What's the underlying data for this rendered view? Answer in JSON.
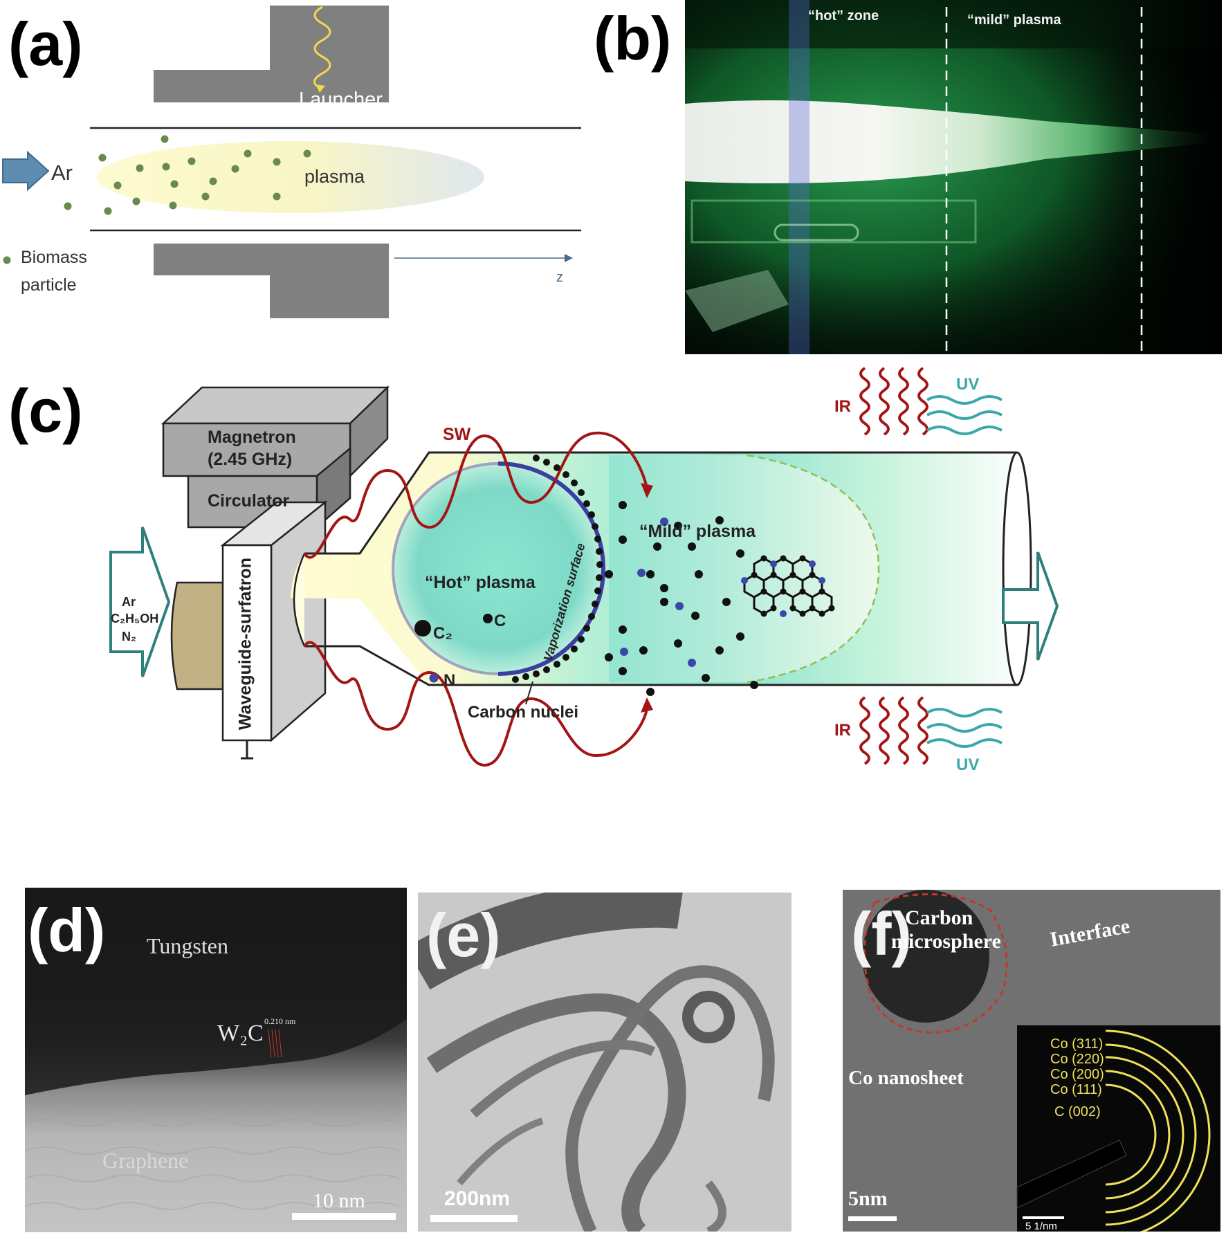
{
  "panel_a": {
    "label": "(a)",
    "launcher": "Launcher",
    "gas": "Ar",
    "plasma": "plasma",
    "legend_line1": "Biomass",
    "legend_line2": "particle",
    "axis": "z"
  },
  "panel_b": {
    "label": "(b)",
    "hot_zone": "“hot” zone",
    "mild_plasma": "“mild” plasma"
  },
  "panel_c": {
    "label": "(c)",
    "magnetron_line1": "Magnetron",
    "magnetron_line2": "(2.45 GHz)",
    "circulator": "Circulator",
    "waveguide": "Waveguide-surfatron",
    "feed_ar": "Ar",
    "feed_ethanol": "C₂H₅OH",
    "feed_n2": "N₂",
    "sw": "SW",
    "hot_plasma": "“Hot” plasma",
    "mild_plasma": "“Mild” plasma",
    "species_c2": "C₂",
    "species_c": "C",
    "species_n": "N",
    "vaporization": "Vaporization  surface",
    "carbon_nuclei": "Carbon nuclei",
    "ir_top": "IR",
    "uv_top": "UV",
    "ir_bottom": "IR",
    "uv_bottom": "UV",
    "colors": {
      "wave": "#a31515",
      "uv": "#3aa8a8",
      "arrow_outline": "#2f7f7f",
      "sphere": "#3a3fa0"
    }
  },
  "panel_d": {
    "label": "(d)",
    "tungsten": "Tungsten",
    "w2c": "W₂C",
    "spacing": "0.210 nm",
    "graphene": "Graphene",
    "scale": "10 nm"
  },
  "panel_e": {
    "label": "(e)",
    "scale": "200nm"
  },
  "panel_f": {
    "label": "(f)",
    "carbon_line1": "Carbon",
    "carbon_line2": "microsphere",
    "interface": "Interface",
    "co_nanosheet": "Co nanosheet",
    "scale": "5nm",
    "inset_scale": "5 1/nm",
    "rings": [
      "Co (311)",
      "Co (220)",
      "Co (200)",
      "Co (111)",
      "C (002)"
    ]
  }
}
